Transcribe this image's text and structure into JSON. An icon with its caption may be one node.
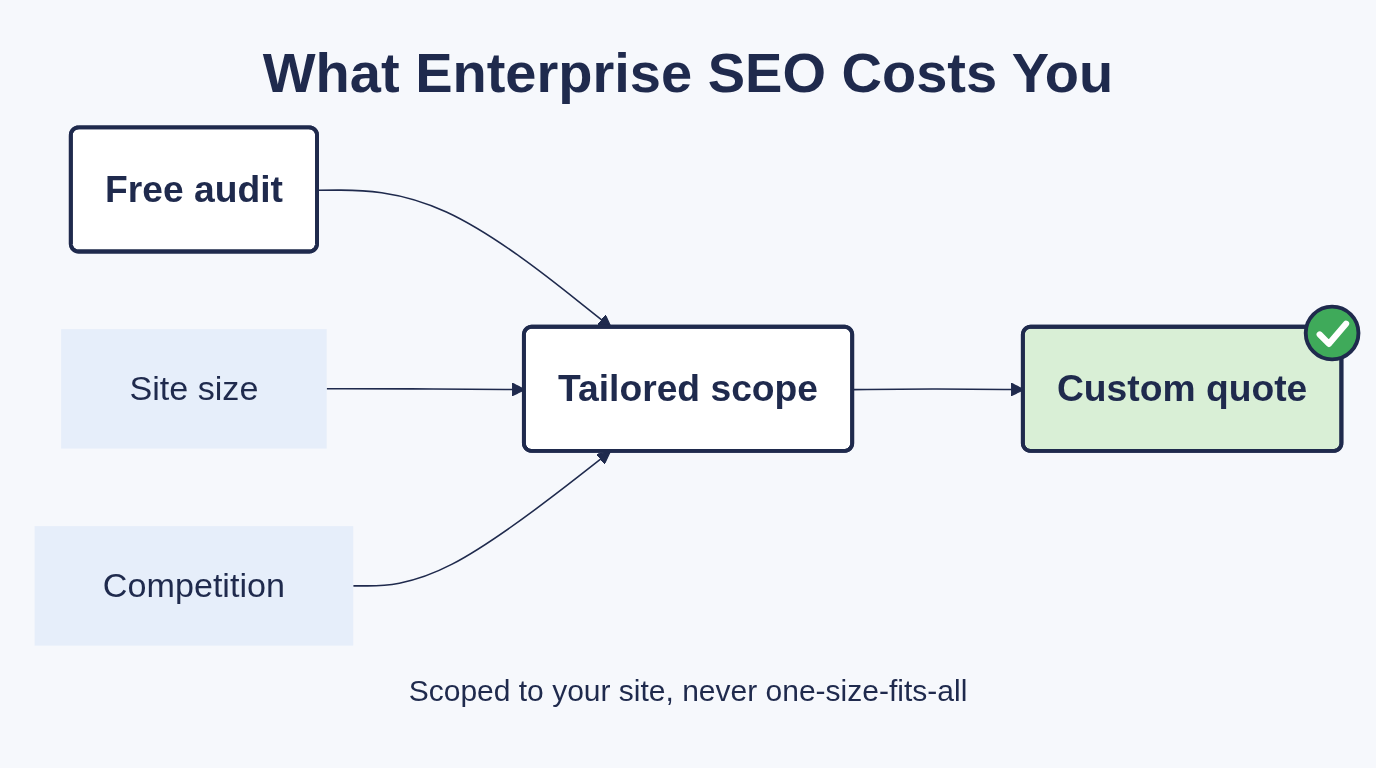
{
  "diagram": {
    "title": "What Enterprise SEO Costs You",
    "caption": "Scoped to your site, never one-size-fits-all",
    "nodes": [
      {
        "text": [
          "Free audit"
        ]
      },
      {
        "text": [
          "Tailored scope"
        ]
      },
      {
        "text": [
          "Custom quote"
        ]
      },
      {
        "text": [
          "Site size"
        ]
      },
      {
        "text": [
          "Competition"
        ]
      }
    ],
    "edges": [
      {
        "from": 0,
        "to": 1,
        "arrow": "to"
      },
      {
        "from": 1,
        "to": 2,
        "arrow": "to"
      },
      {
        "from": 3,
        "to": 1,
        "arrow": "to"
      },
      {
        "from": 4,
        "to": 1,
        "arrow": "to"
      }
    ]
  }
}
